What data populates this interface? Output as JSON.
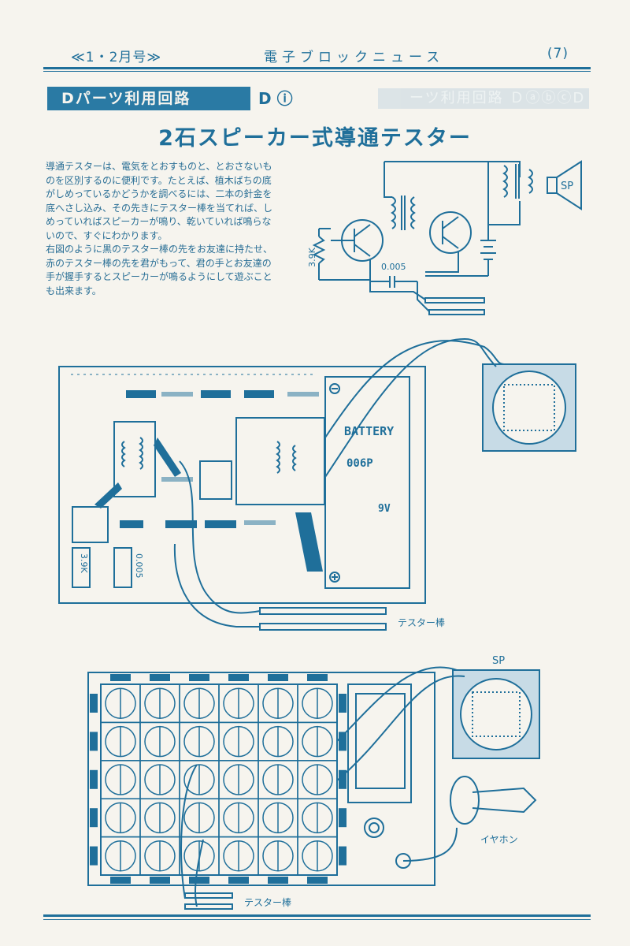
{
  "header": {
    "issue": "≪1・2月号≫",
    "title": "電子ブロックニュース",
    "page": "(7)"
  },
  "section": {
    "label": "Dパーツ利用回路",
    "code": "D ⓘ",
    "ghost_text": "ーツ利用回路 ＤⓐⓑⓒD"
  },
  "article": {
    "title": "2石スピーカー式導通テスター",
    "body_lines": [
      "導通テスターは、電気をとおすものと、とおさないも",
      "のを区別するのに便利です。たとえば、植木ばちの底",
      "がしめっているかどうかを調べるには、二本の針金を",
      "底へさし込み、その先きにテスター棒を当てれば、し",
      "めっていればスピーカーが鳴り、乾いていれば鳴らな",
      "いので、すぐにわかります。",
      "右図のように黒のテスター棒の先をお友達に持たせ、",
      "赤のテスター棒の先を君がもって、君の手とお友達の",
      "手が握手するとスピーカーが鳴るようにして遊ぶこと",
      "も出来ます。"
    ]
  },
  "labels": {
    "sp": "SP",
    "resistor": "3.9K",
    "capacitor": "0.005",
    "battery": "BATTERY",
    "battery_model": "006P",
    "voltage": "9V",
    "tester": "テスター棒",
    "earphone": "イヤホン",
    "box_resistor": "3.9K",
    "box_capacitor": "0.005"
  },
  "colors": {
    "ink": "#1f6f9a",
    "paper": "#f6f4ee"
  }
}
